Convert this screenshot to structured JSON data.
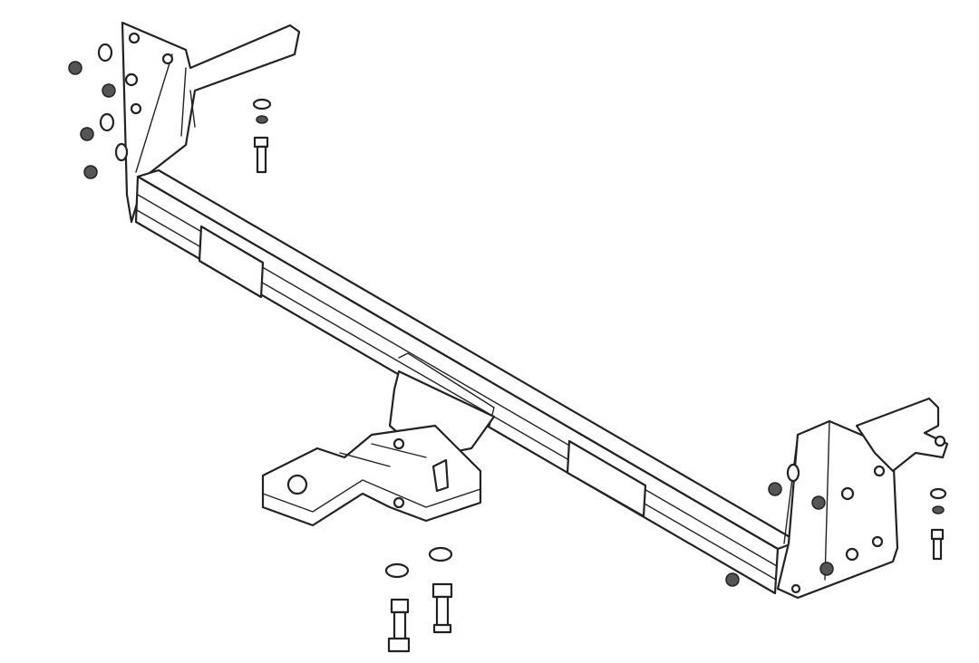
{
  "diagram": {
    "parts": [
      "left-mounting-bracket",
      "cross-beam",
      "ball-mount",
      "right-mounting-bracket",
      "bolts",
      "nuts",
      "washers"
    ]
  },
  "colors": {
    "line": "#222222",
    "background": "#ffffff"
  }
}
